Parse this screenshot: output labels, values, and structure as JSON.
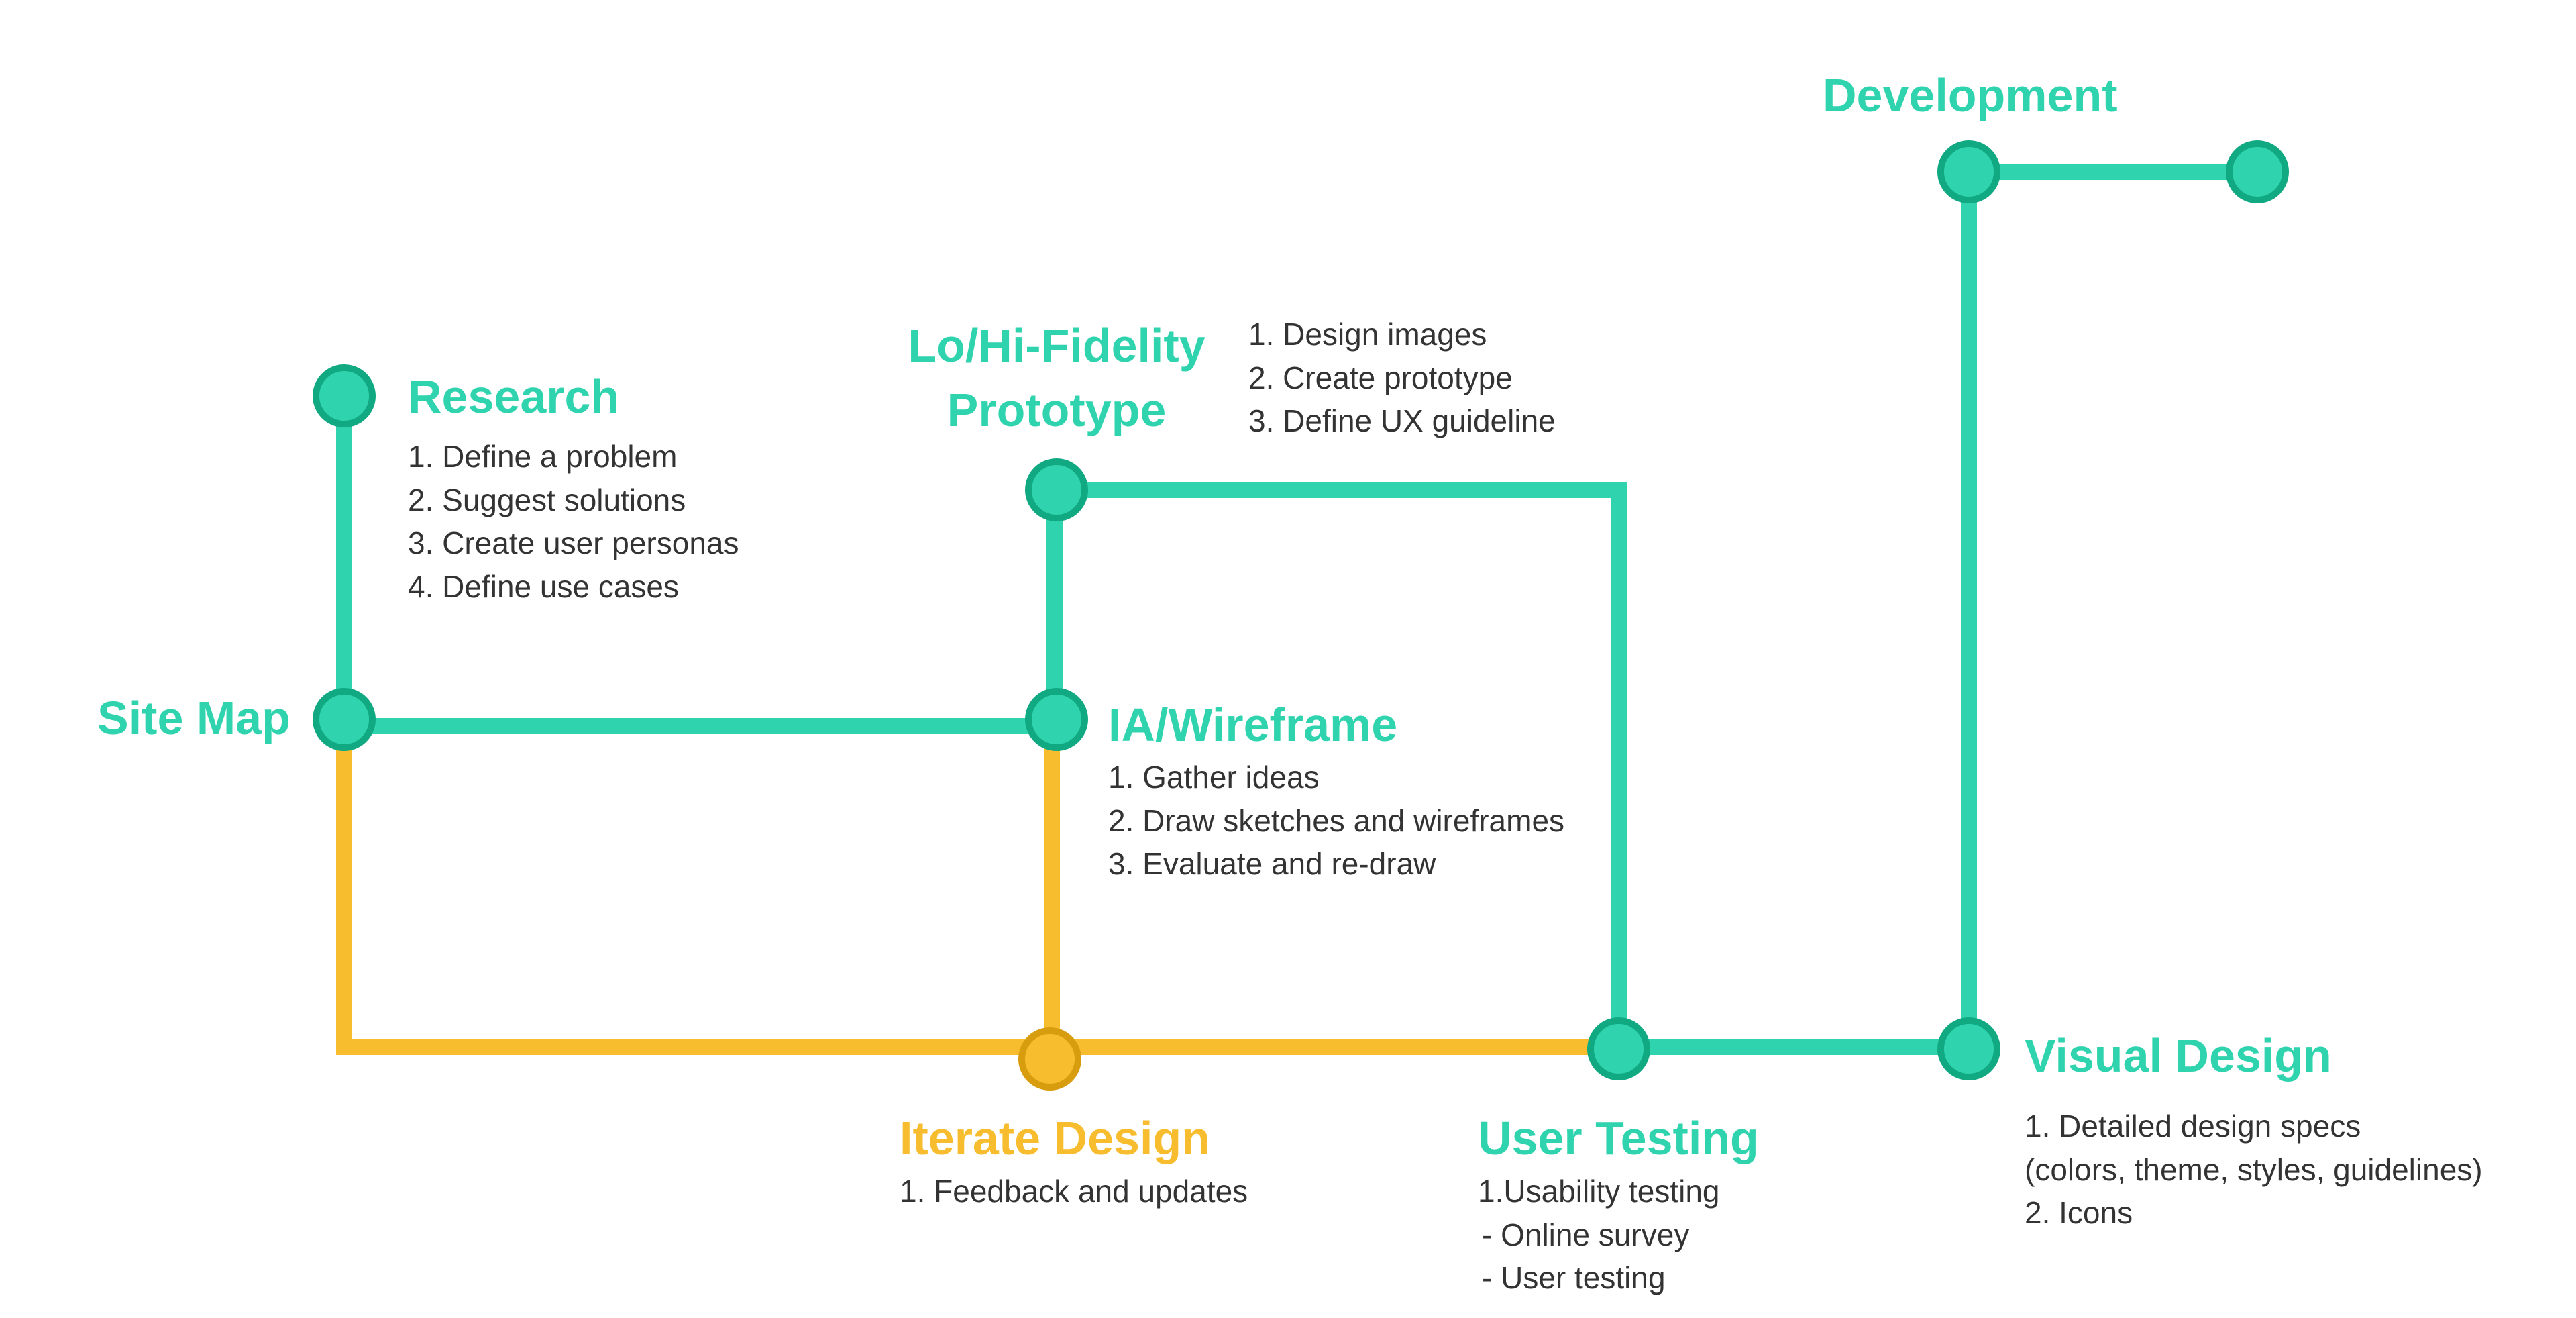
{
  "colors": {
    "teal": "#2fd3ae",
    "teal_outline": "#10a982",
    "yellow": "#f7bd2e",
    "yellow_outline": "#d89c0f",
    "text": "#333333"
  },
  "stages": {
    "research": {
      "title": "Research",
      "items": [
        "1. Define a problem",
        "2. Suggest solutions",
        "3. Create user personas",
        "4. Define use cases"
      ]
    },
    "site_map": {
      "title": "Site Map"
    },
    "prototype": {
      "title_line1": "Lo/Hi-Fidelity",
      "title_line2": "Prototype",
      "items": [
        "1. Design images",
        "2. Create prototype",
        "3. Define UX guideline"
      ]
    },
    "wireframe": {
      "title": "IA/Wireframe",
      "items": [
        "1. Gather ideas",
        "2. Draw sketches and wireframes",
        "3. Evaluate and re-draw"
      ]
    },
    "iterate": {
      "title": "Iterate Design",
      "items": [
        "1. Feedback and updates"
      ]
    },
    "user_testing": {
      "title": "User Testing",
      "items": [
        "1.Usability testing",
        " -  Online survey",
        " -  User testing"
      ]
    },
    "visual_design": {
      "title": "Visual Design",
      "items": [
        "1. Detailed design specs",
        "(colors, theme, styles, guidelines)",
        "2. Icons"
      ]
    },
    "development": {
      "title": "Development"
    }
  }
}
